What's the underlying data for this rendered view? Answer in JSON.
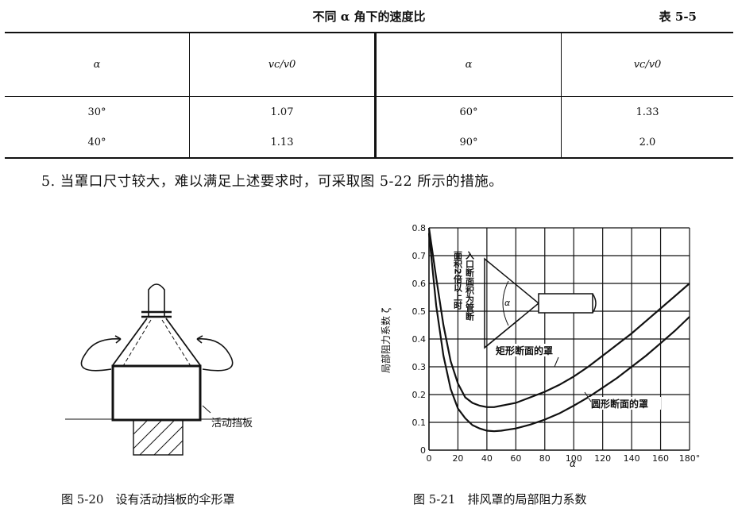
{
  "table": {
    "title": "不同 α 角下的速度比",
    "number": "表 5-5",
    "headers": [
      "α",
      "vc/v0",
      "α",
      "vc/v0"
    ],
    "rows": [
      [
        "30°",
        "1.07",
        "60°",
        "1.33"
      ],
      [
        "40°",
        "1.13",
        "90°",
        "2.0"
      ]
    ]
  },
  "paragraph": "5. 当罩口尺寸较大，难以满足上述要求时，可采取图 5-22 所示的措施。",
  "figure_520": {
    "label": "活动挡板",
    "caption": "图 5-20　设有活动挡板的伞形罩"
  },
  "figure_521": {
    "caption": "图 5-21　排风罩的局部阻力系数",
    "inset_note": [
      "入口断面积为管断",
      "面积2倍以上时"
    ],
    "inset_angle_label": "α"
  },
  "chart_data": {
    "type": "line",
    "title": "",
    "xlabel": "α",
    "ylabel": "局部阻力系数 ζ",
    "xlim": [
      0,
      180
    ],
    "ylim": [
      0,
      0.8
    ],
    "x_ticks": [
      "0",
      "20",
      "40",
      "60",
      "80",
      "100",
      "120",
      "140",
      "160",
      "180°"
    ],
    "y_ticks": [
      "0",
      "0.1",
      "0.2",
      "0.3",
      "0.4",
      "0.5",
      "0.6",
      "0.7",
      "0.8"
    ],
    "grid": true,
    "series": [
      {
        "name": "矩形断面的罩",
        "x": [
          0,
          5,
          10,
          15,
          20,
          25,
          30,
          35,
          40,
          45,
          50,
          60,
          70,
          80,
          90,
          100,
          110,
          120,
          130,
          140,
          150,
          160,
          170,
          180
        ],
        "y": [
          0.8,
          0.62,
          0.45,
          0.32,
          0.24,
          0.19,
          0.17,
          0.16,
          0.155,
          0.155,
          0.16,
          0.17,
          0.19,
          0.21,
          0.235,
          0.265,
          0.3,
          0.34,
          0.38,
          0.42,
          0.465,
          0.51,
          0.555,
          0.6
        ]
      },
      {
        "name": "圆形断面的罩",
        "x": [
          0,
          5,
          10,
          15,
          20,
          25,
          30,
          35,
          40,
          45,
          50,
          60,
          70,
          80,
          90,
          100,
          110,
          120,
          130,
          140,
          150,
          160,
          170,
          180
        ],
        "y": [
          0.78,
          0.52,
          0.34,
          0.22,
          0.15,
          0.115,
          0.09,
          0.078,
          0.07,
          0.068,
          0.07,
          0.078,
          0.092,
          0.11,
          0.132,
          0.16,
          0.19,
          0.225,
          0.26,
          0.3,
          0.34,
          0.385,
          0.43,
          0.48
        ]
      }
    ]
  }
}
